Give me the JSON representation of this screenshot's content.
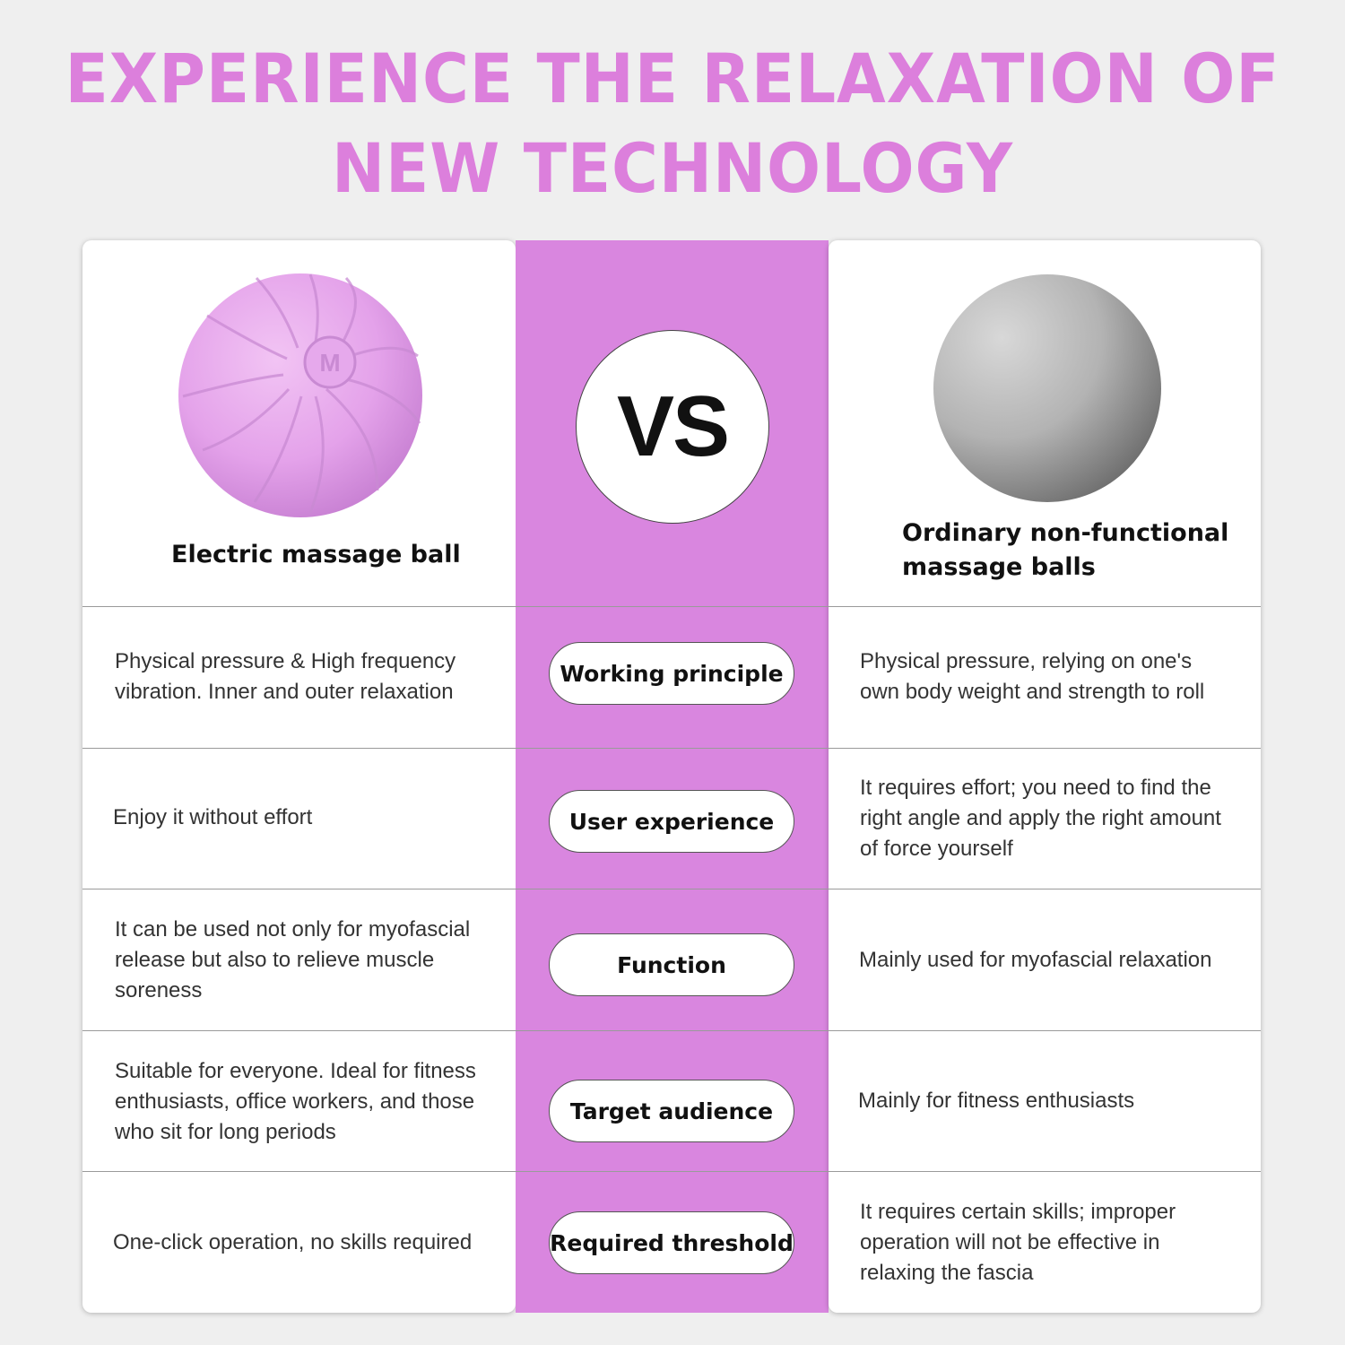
{
  "headline": {
    "line1": "EXPERIENCE THE RELAXATION OF",
    "line2": "NEW TECHNOLOGY"
  },
  "vs_label": "VS",
  "left": {
    "product_name": "Electric massage ball",
    "logo_mark": "M"
  },
  "right": {
    "product_name_line1": "Ordinary non-functional",
    "product_name_line2": "massage balls"
  },
  "rows": [
    {
      "label": "Working principle",
      "left_lines": [
        "Physical pressure & High frequency",
        "vibration. Inner and outer relaxation"
      ],
      "right_lines": [
        "Physical pressure, relying on one's",
        "own body weight and strength to roll"
      ]
    },
    {
      "label": "User experience",
      "left_lines": [
        "Enjoy it without effort"
      ],
      "right_lines": [
        "It requires effort; you need to find the",
        "right angle and apply the right amount",
        "of force yourself"
      ]
    },
    {
      "label": "Function",
      "left_lines": [
        "It can be used not only for myofascial",
        "release but also to relieve muscle",
        "soreness"
      ],
      "right_lines": [
        "Mainly used for myofascial relaxation"
      ]
    },
    {
      "label": "Target audience",
      "left_lines": [
        "Suitable for everyone. Ideal for fitness",
        "enthusiasts, office workers, and those",
        "who sit for long periods"
      ],
      "right_lines": [
        "Mainly for fitness enthusiasts"
      ]
    },
    {
      "label": "Required threshold",
      "left_lines": [
        "One-click operation, no skills required"
      ],
      "right_lines": [
        "It requires certain skills; improper",
        "operation will not be effective in",
        "relaxing the fascia"
      ]
    }
  ],
  "colors": {
    "accent_pink": "#dc7fdc",
    "center_strip": "#d986df",
    "ball_pink": "#e8a8ec",
    "ball_gray": "#9c9c9c"
  }
}
